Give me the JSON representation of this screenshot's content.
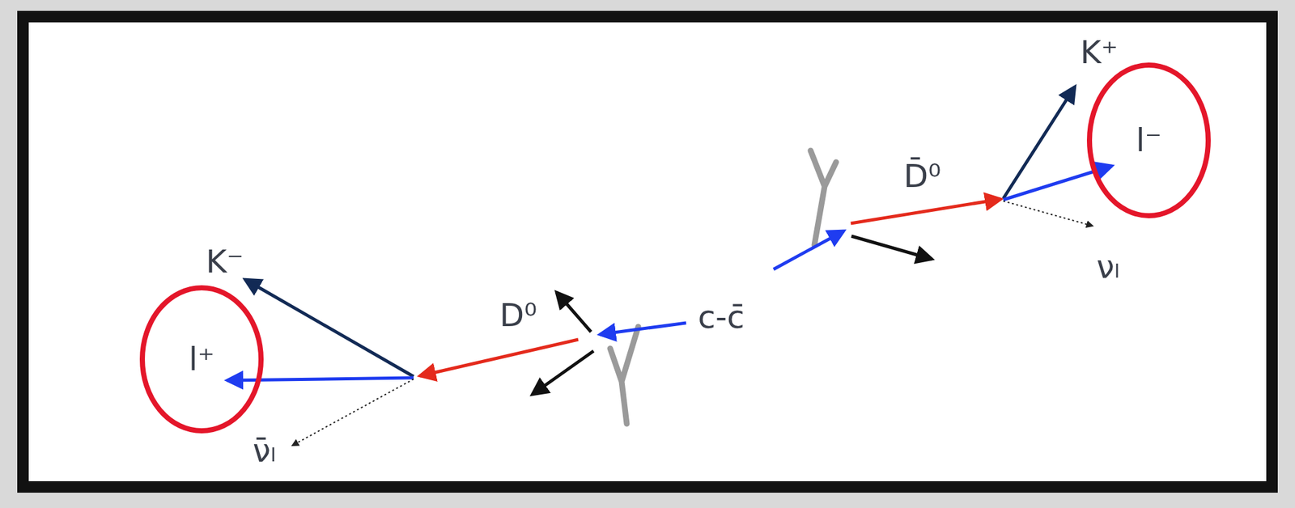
{
  "diagram": {
    "nodes": [
      {
        "text": [
          "l⁻"
        ]
      },
      {
        "text": [
          "l⁺"
        ]
      }
    ],
    "labels": [
      "K⁺",
      "D̄⁰",
      "νₗ",
      "c-c̄",
      "D⁰",
      "K⁻",
      "ν̄ₗ"
    ]
  }
}
